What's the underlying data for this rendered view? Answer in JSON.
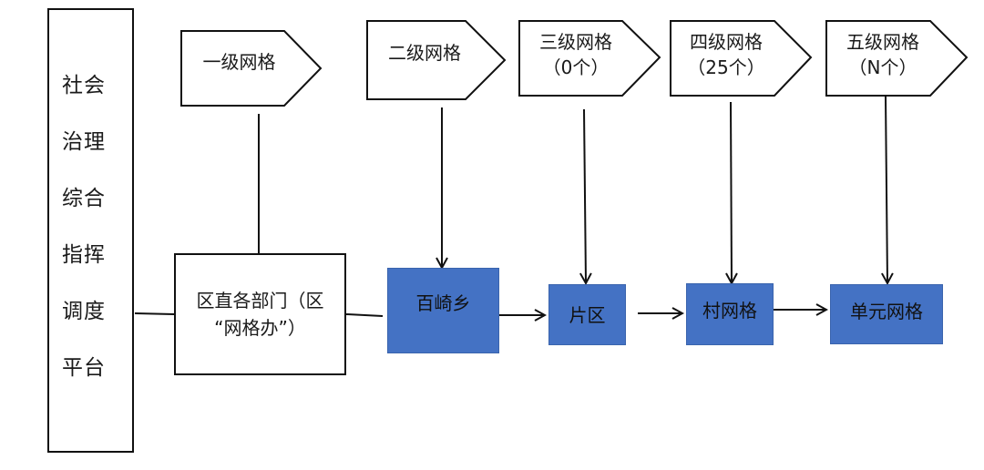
{
  "platform": {
    "lines": [
      "社会",
      "治理",
      "综合",
      "指挥",
      "调度",
      "平台"
    ]
  },
  "levels": [
    {
      "title": "一级网格",
      "count": ""
    },
    {
      "title": "二级网格",
      "count": ""
    },
    {
      "title": "三级网格",
      "count": "（0个）"
    },
    {
      "title": "四级网格",
      "count": "（25个）"
    },
    {
      "title": "五级网格",
      "count": "（N个）"
    }
  ],
  "nodes": {
    "district": {
      "line1": "区直各部门（区",
      "line2": "“网格办”）"
    },
    "township": "百崎乡",
    "area": "片区",
    "village": "村网格",
    "unit": "单元网格"
  },
  "colors": {
    "node_fill": "#4472c4",
    "line": "#111111"
  }
}
